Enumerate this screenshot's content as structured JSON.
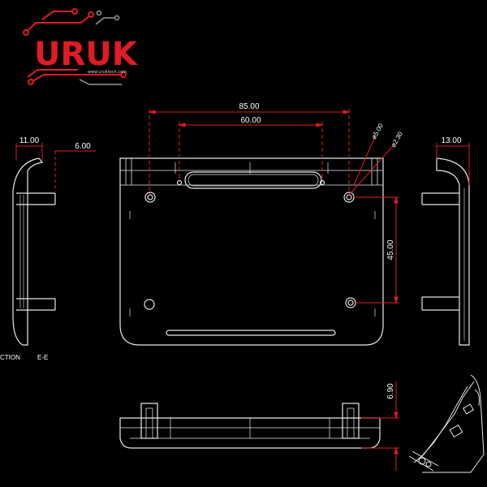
{
  "logo": {
    "text": "URUK",
    "url": "www.uruktech.com",
    "brand_color": "#e01b24"
  },
  "colors": {
    "outline": "#e8e8e8",
    "dimension": "#e01b24",
    "text": "#ffffff",
    "background": "#000000"
  },
  "dimensions": {
    "width_85": "85.00",
    "width_60": "60.00",
    "dia_5": "ø5.00",
    "dia_2_3": "ø2.30",
    "height_45": "45.00",
    "side_11": "11.00",
    "side_6": "6.00",
    "side_13": "13.00",
    "height_6_9": "6.90"
  },
  "labels": {
    "section": "CTION",
    "section_id": "E-E"
  }
}
